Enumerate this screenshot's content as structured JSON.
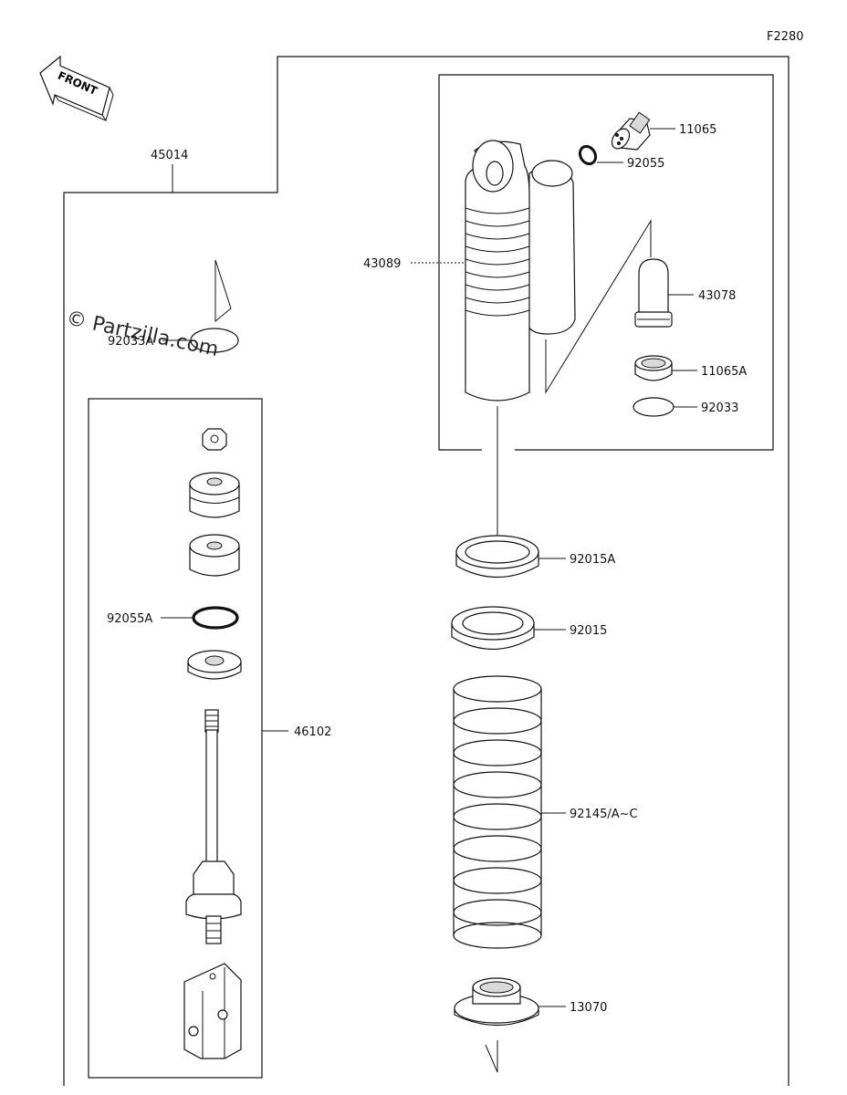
{
  "diagram_code": "F2280",
  "front_label": "FRONT",
  "watermark": "© Partzilla.com",
  "parts": {
    "assembly": "45014",
    "shock_body": "43089",
    "valve": "11065",
    "o_ring_upper": "92055",
    "bladder": "43078",
    "cap": "11065A",
    "circlip_right": "92033",
    "circlip_left": "92033A",
    "lock_nut_a": "92015A",
    "lock_nut": "92015",
    "o_ring_lower": "92055A",
    "rod_assembly": "46102",
    "spring": "92145/A~C",
    "spring_seat": "13070"
  }
}
